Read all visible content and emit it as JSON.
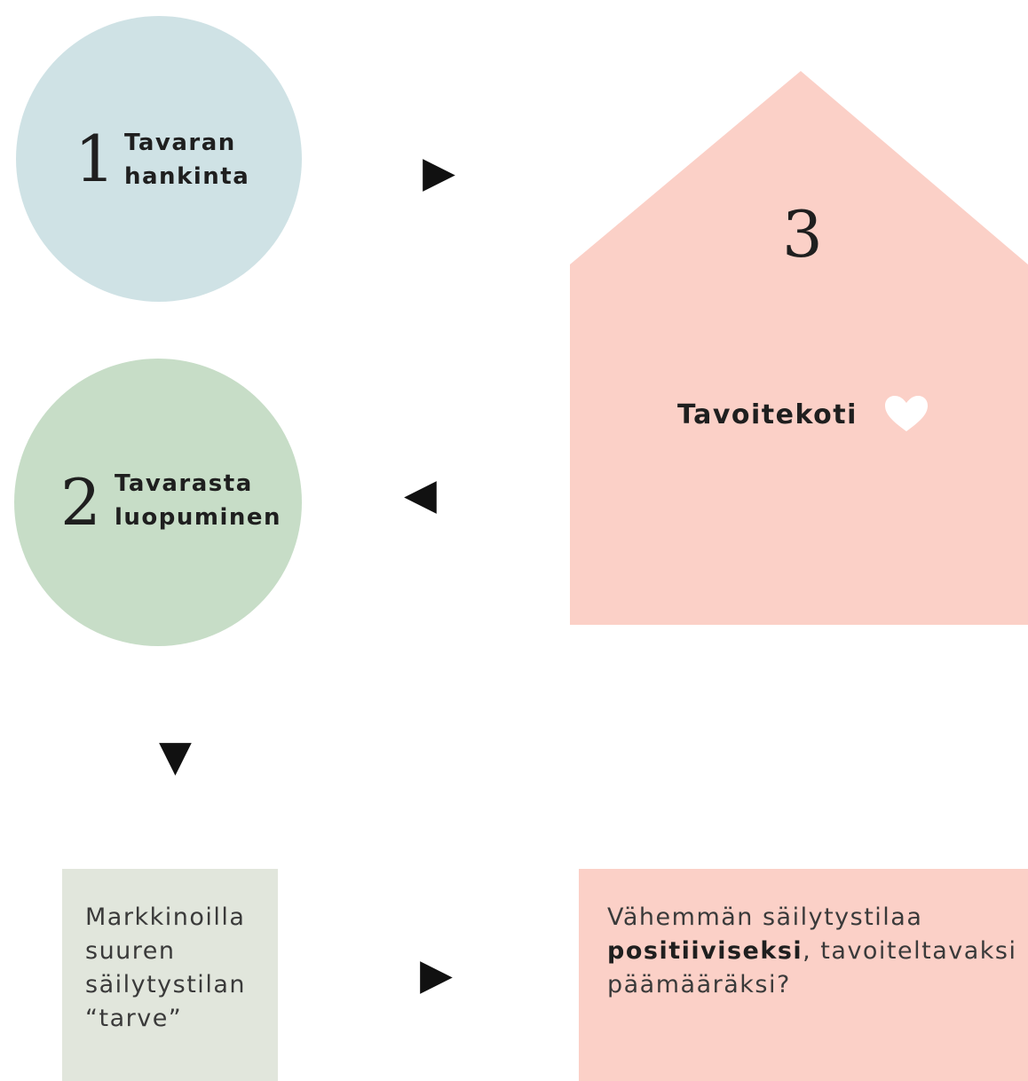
{
  "step1": {
    "number": "1",
    "line1": "Tavaran",
    "line2": "hankinta"
  },
  "step2": {
    "number": "2",
    "line1": "Tavarasta",
    "line2": "luopuminen"
  },
  "step3": {
    "number": "3",
    "label": "Tavoitekoti",
    "icon": "heart-icon"
  },
  "arrows": {
    "right": "▶",
    "left": "◀",
    "down": "▼"
  },
  "box_left": {
    "lines": [
      "Markkinoilla",
      "suuren",
      "säilytystilan",
      "“tarve”"
    ]
  },
  "box_right": {
    "line1": "Vähemmän säilytystilaa",
    "bold": "positiiviseksi",
    "line2_rest": ", tavoiteltavaksi",
    "line3": "päämääräksi?"
  },
  "colors": {
    "circle1": "#cfe2e5",
    "circle2": "#c7ddc7",
    "house": "#fbd0c7",
    "box_left": "#e1e6dc",
    "box_right": "#fbd0c7",
    "heart": "#ffffff"
  }
}
